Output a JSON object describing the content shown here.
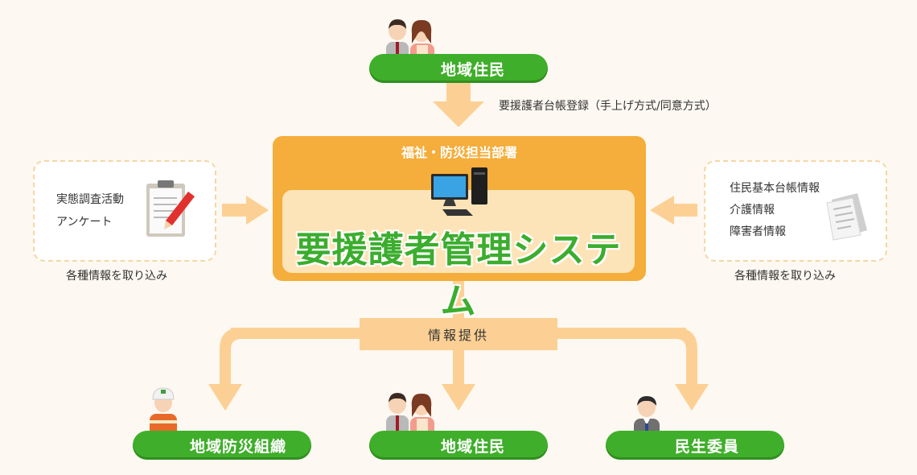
{
  "top_node": {
    "label": "地域住民"
  },
  "top_arrow_label": "要援護者台帳登録（手上げ方式/同意方式）",
  "center": {
    "dept_label": "福祉・防災担当部署",
    "system_name": "要援護者管理システム"
  },
  "left_box": {
    "lines": [
      "実態調査活動",
      "アンケート"
    ],
    "caption": "各種情報を取り込み"
  },
  "right_box": {
    "lines": [
      "住民基本台帳情報",
      "介護情報",
      "障害者情報"
    ],
    "caption": "各種情報を取り込み"
  },
  "info_provision": "情報提供",
  "bottom_nodes": [
    {
      "label": "地域防災組織"
    },
    {
      "label": "地域住民"
    },
    {
      "label": "民生委員"
    }
  ],
  "colors": {
    "green": "#3fae2a",
    "orange": "#f5ad3b",
    "light_orange": "#fcd094",
    "pale_orange": "#fde4b8"
  },
  "icons": [
    "residents-icon",
    "computer-icon",
    "clipboard-icon",
    "document-icon",
    "helmet-worker-icon",
    "welfare-officer-icon"
  ]
}
